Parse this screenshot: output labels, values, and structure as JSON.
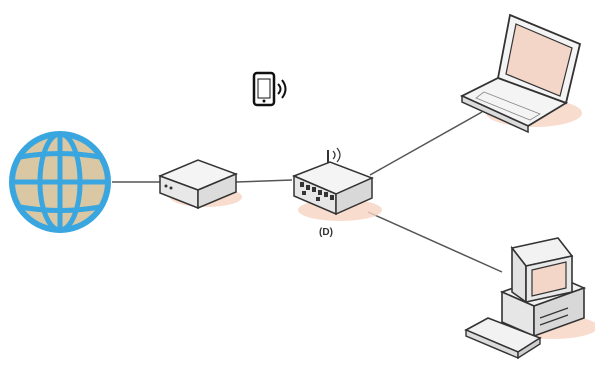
{
  "diagram": {
    "nodes": [
      {
        "id": "internet",
        "icon": "globe-icon"
      },
      {
        "id": "modem",
        "icon": "modem-icon"
      },
      {
        "id": "router",
        "icon": "router-icon",
        "label": "(D)"
      },
      {
        "id": "smartphone",
        "icon": "smartphone-icon"
      },
      {
        "id": "laptop",
        "icon": "laptop-icon"
      },
      {
        "id": "desktop",
        "icon": "desktop-computer-icon"
      }
    ],
    "edges": [
      {
        "from": "internet",
        "to": "modem"
      },
      {
        "from": "modem",
        "to": "router"
      },
      {
        "from": "router",
        "to": "laptop"
      },
      {
        "from": "router",
        "to": "desktop"
      }
    ],
    "colors": {
      "globe_fill": "#d9c8a3",
      "globe_stroke": "#3aa6e0",
      "line": "#555555",
      "device_outline": "#333333",
      "device_fill": "#f2f2f2",
      "shadow": "#f6d3c2"
    }
  }
}
